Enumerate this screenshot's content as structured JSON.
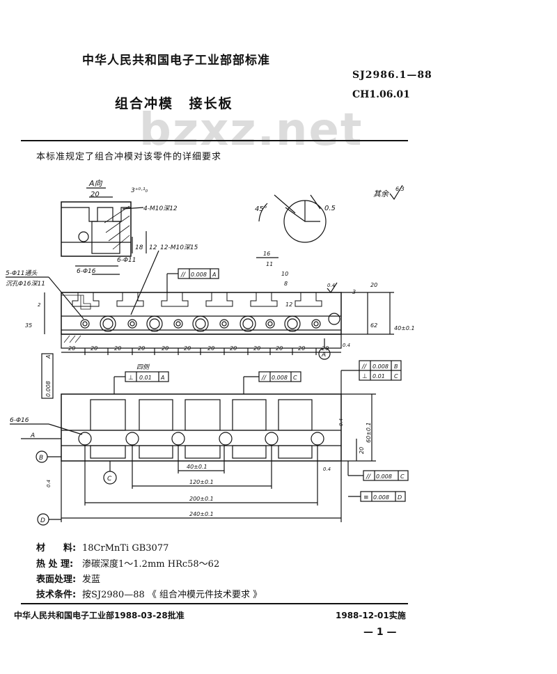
{
  "header": {
    "organization": "中华人民共和国电子工业部部标准",
    "standard_number": "SJ2986.1—88",
    "classification_code": "CH1.06.01",
    "title": "组合冲模 接长板",
    "watermark": "bzxz.net"
  },
  "intro": "本标准规定了组合冲模对该零件的详细要求",
  "drawing": {
    "view_label": "A向",
    "rest_roughness": "其余",
    "rest_roughness_value": "6.3",
    "angle_45": "45°",
    "chamfer": "0.5",
    "dims": {
      "d20_top": "20",
      "d3": "3⁺⁰·¹₀",
      "thread4": "4-M10深12",
      "d18": "18",
      "d12": "12",
      "d6phi11": "6-Φ11",
      "d6phi16_top": "6-Φ16",
      "thread12": "12-M10深15",
      "hole5": "5-Φ11通头",
      "cbore": "沉孔Φ16深11",
      "par_a": "0.008",
      "par_a_ref": "A",
      "d16": "16",
      "d11": "11",
      "d10": "10",
      "d8": "8",
      "d3r": "3",
      "d20r": "20",
      "d62": "62",
      "d40": "40±0.1",
      "d35": "35",
      "d12l": "12",
      "d2": "2",
      "pitches": [
        "20",
        "20",
        "20",
        "20",
        "20",
        "20",
        "20",
        "20",
        "20",
        "20",
        "20",
        "20"
      ],
      "datum_A": "A",
      "rough_04": "0.4",
      "par_left": "0.008",
      "par_left_ref": "A",
      "note_both": "四侧",
      "perp_top": "0.01",
      "perp_top_ref": "A",
      "par_top_mid": "0.008",
      "par_top_mid_ref": "C",
      "par_right_B": "0.008",
      "par_right_B_ref": "B",
      "perp_right": "0.01",
      "perp_right_ref": "C",
      "phi16": "6-Φ16",
      "label_A": "A",
      "datum_B": "B",
      "datum_C": "C",
      "datum_D": "D",
      "d40b": "40±0.1",
      "d120": "120±0.1",
      "d200": "200±0.1",
      "d240": "240±0.1",
      "d60": "60±0.1",
      "d20b": "20",
      "par_bot": "0.008",
      "par_bot_ref": "C",
      "sym_bot": "0.008",
      "sym_bot_ref": "D"
    }
  },
  "specs": [
    {
      "label": "材　　料:",
      "value": "18CrMnTi GB3077"
    },
    {
      "label": "热 处 理:",
      "value": "渗碳深度1～1.2mm HRc58～62"
    },
    {
      "label": "表面处理:",
      "value": "发蓝"
    },
    {
      "label": "技术条件:",
      "value": "按SJ2980—88 《 组合冲模元件技术要求 》"
    }
  ],
  "footer": {
    "approval": "中华人民共和国电子工业部1988-03-28批准",
    "effective": "1988-12-01实施",
    "page": "— 1 —"
  }
}
